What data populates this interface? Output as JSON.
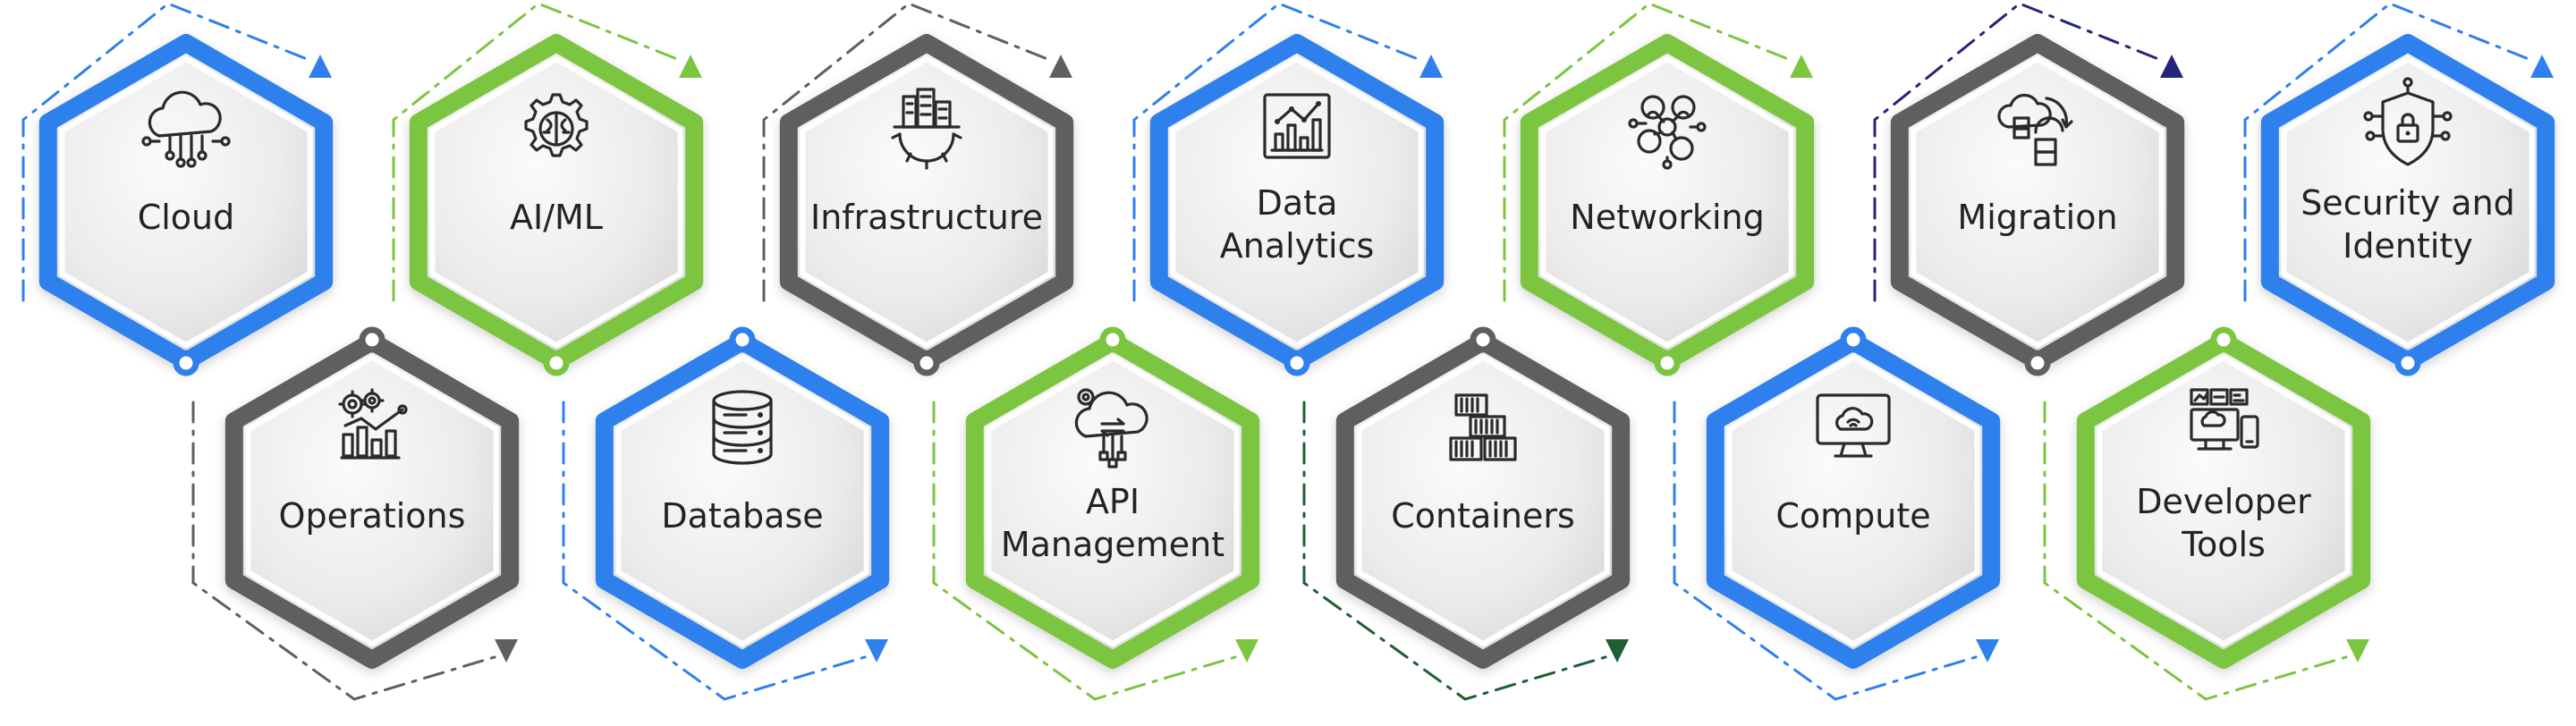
{
  "colors": {
    "blue": "#2f80ec",
    "green": "#7cc53f",
    "gray": "#5f5f5f",
    "darkgreen": "#1e5e33",
    "navy": "#23247a",
    "icon": "#2a2a2a",
    "text": "#232323"
  },
  "tiles": [
    {
      "id": "cloud",
      "lines": [
        "Cloud"
      ],
      "icon": "cloud-network-icon",
      "color": "blue",
      "row": "top",
      "slot": 0
    },
    {
      "id": "ai-ml",
      "lines": [
        "AI/ML"
      ],
      "icon": "brain-gear-icon",
      "color": "green",
      "row": "top",
      "slot": 1
    },
    {
      "id": "infrastructure",
      "lines": [
        "Infrastructure"
      ],
      "icon": "buildings-gear-icon",
      "color": "gray",
      "row": "top",
      "slot": 2
    },
    {
      "id": "data-analytics",
      "lines": [
        "Data",
        "Analytics"
      ],
      "icon": "analytics-chart-icon",
      "color": "blue",
      "row": "top",
      "slot": 3
    },
    {
      "id": "networking",
      "lines": [
        "Networking"
      ],
      "icon": "network-people-icon",
      "color": "green",
      "row": "top",
      "slot": 4
    },
    {
      "id": "migration",
      "lines": [
        "Migration"
      ],
      "icon": "migration-icon",
      "color": "gray",
      "row": "top",
      "slot": 5
    },
    {
      "id": "security-identity",
      "lines": [
        "Security and",
        "Identity"
      ],
      "icon": "shield-lock-icon",
      "color": "blue",
      "row": "top",
      "slot": 6
    },
    {
      "id": "operations",
      "lines": [
        "Operations"
      ],
      "icon": "gears-chart-icon",
      "color": "gray",
      "row": "bottom",
      "slot": 0
    },
    {
      "id": "database",
      "lines": [
        "Database"
      ],
      "icon": "database-icon",
      "color": "blue",
      "row": "bottom",
      "slot": 1
    },
    {
      "id": "api-management",
      "lines": [
        "API",
        "Management"
      ],
      "icon": "api-cloud-icon",
      "color": "green",
      "row": "bottom",
      "slot": 2
    },
    {
      "id": "containers",
      "lines": [
        "Containers"
      ],
      "icon": "containers-icon",
      "color": "gray",
      "row": "bottom",
      "slot": 3
    },
    {
      "id": "compute",
      "lines": [
        "Compute"
      ],
      "icon": "monitor-cloud-icon",
      "color": "blue",
      "row": "bottom",
      "slot": 4
    },
    {
      "id": "developer-tools",
      "lines": [
        "Developer",
        "Tools"
      ],
      "icon": "devices-icon",
      "color": "green",
      "row": "bottom",
      "slot": 5
    }
  ],
  "arrows": [
    {
      "row": "top",
      "slot": 0,
      "color": "blue"
    },
    {
      "row": "top",
      "slot": 1,
      "color": "green"
    },
    {
      "row": "top",
      "slot": 2,
      "color": "gray"
    },
    {
      "row": "top",
      "slot": 3,
      "color": "blue"
    },
    {
      "row": "top",
      "slot": 4,
      "color": "green"
    },
    {
      "row": "top",
      "slot": 5,
      "color": "navy"
    },
    {
      "row": "top",
      "slot": 6,
      "color": "blue"
    },
    {
      "row": "bottom",
      "slot": 0,
      "color": "gray"
    },
    {
      "row": "bottom",
      "slot": 1,
      "color": "blue"
    },
    {
      "row": "bottom",
      "slot": 2,
      "color": "green"
    },
    {
      "row": "bottom",
      "slot": 3,
      "color": "darkgreen"
    },
    {
      "row": "bottom",
      "slot": 4,
      "color": "blue"
    },
    {
      "row": "bottom",
      "slot": 5,
      "color": "green"
    }
  ]
}
